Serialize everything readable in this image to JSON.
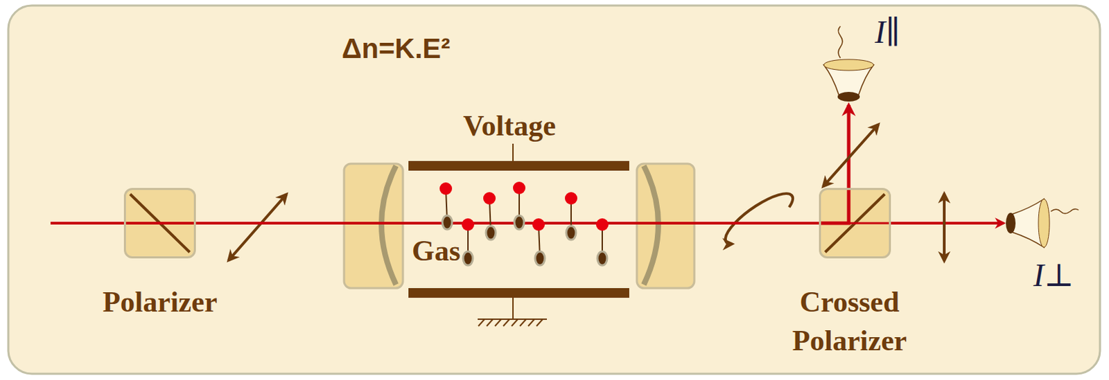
{
  "diagram": {
    "nodes": [
      {
        "text": [
          "Polarizer"
        ]
      },
      {
        "text": [
          "Gas"
        ]
      },
      {
        "text": [
          "Crossed Polarizer"
        ]
      }
    ],
    "edges": [
      {
        "from": 0,
        "to": 1,
        "arrow": "none"
      },
      {
        "from": 1,
        "to": 2,
        "arrow": "none"
      }
    ],
    "labels": [
      "Δn=K.E²",
      "Voltage",
      "I∥",
      "I⊥"
    ]
  }
}
